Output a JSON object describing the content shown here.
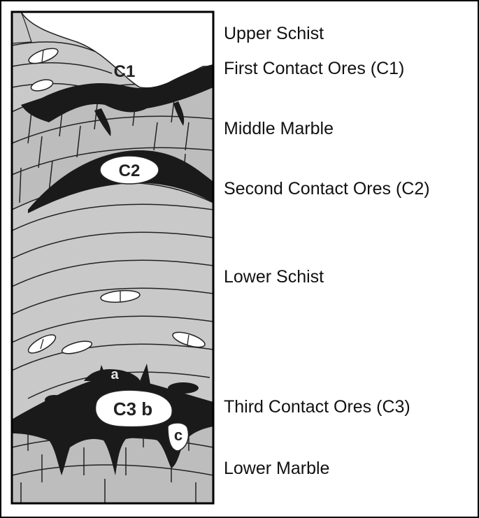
{
  "layers": [
    {
      "id": "upper-schist",
      "label": "Upper Schist"
    },
    {
      "id": "first-contact-ores",
      "label": "First Contact Ores (C1)"
    },
    {
      "id": "middle-marble",
      "label": "Middle Marble"
    },
    {
      "id": "second-contact-ores",
      "label": "Second Contact Ores (C2)"
    },
    {
      "id": "lower-schist",
      "label": "Lower Schist"
    },
    {
      "id": "third-contact-ores",
      "label": "Third Contact Ores (C3)"
    },
    {
      "id": "lower-marble",
      "label": "Lower Marble"
    }
  ],
  "ore_tags": {
    "c1": "C1",
    "c2": "C2",
    "c3b": "C3 b",
    "a": "a",
    "c": "c"
  },
  "colors": {
    "schist": "#c9c9c9",
    "marble": "#bdbdbd",
    "ore": "#1a1a1a",
    "void": "#ffffff",
    "line": "#222222"
  }
}
